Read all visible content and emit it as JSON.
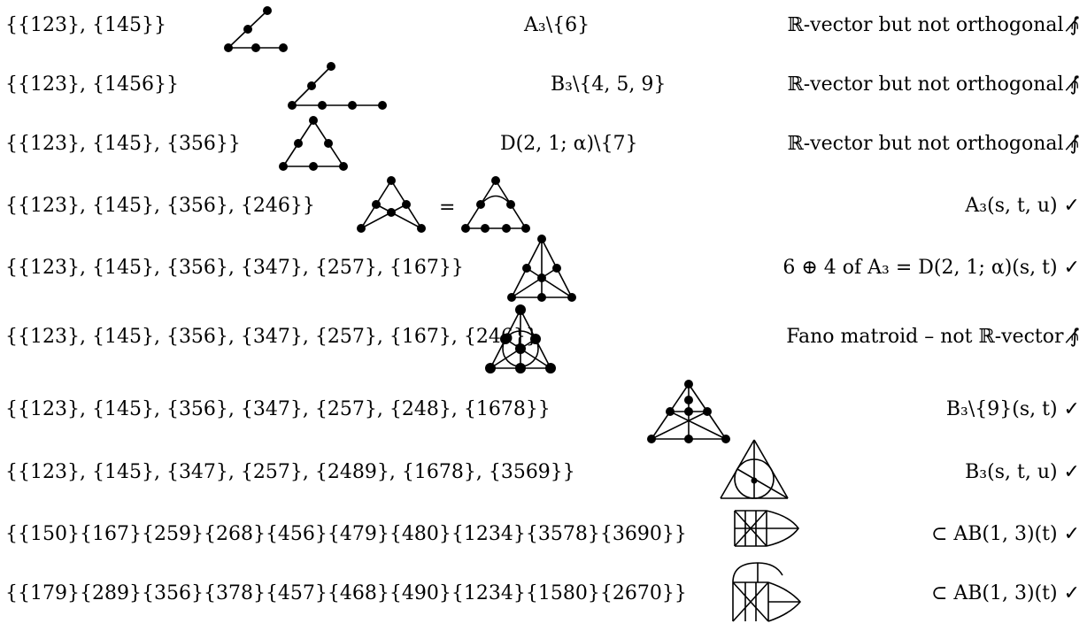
{
  "rows": [
    {
      "sets": "{{123}, {145}}",
      "label": "A₃\\{6}",
      "verdict": "ℝ-vector but not orthogonal ⨙̸"
    },
    {
      "sets": "{{123}, {1456}}",
      "label": "B₃\\{4, 5, 9}",
      "verdict": "ℝ-vector but not orthogonal ⨙̸"
    },
    {
      "sets": "{{123}, {145}, {356}}",
      "label": "D(2, 1; α)\\{7}",
      "verdict": "ℝ-vector but not orthogonal ⨙̸"
    },
    {
      "sets": "{{123}, {145}, {356}, {246}}",
      "eq": "=",
      "verdict": "A₃(s, t, u) ✓"
    },
    {
      "sets": "{{123}, {145}, {356}, {347}, {257}, {167}}",
      "verdict": "6 ⊕ 4 of A₃  =  D(2, 1; α)(s, t) ✓"
    },
    {
      "sets": "{{123}, {145}, {356}, {347}, {257}, {167}, {246}}",
      "verdict": "Fano matroid – not ℝ-vector ⨙̸"
    },
    {
      "sets": "{{123}, {145}, {356}, {347}, {257}, {248}, {1678}}",
      "verdict": "B₃\\{9}(s, t) ✓"
    },
    {
      "sets": "{{123}, {145}, {347}, {257}, {2489}, {1678}, {3569}}",
      "verdict": "B₃(s, t, u) ✓"
    },
    {
      "sets": "{{150}{167}{259}{268}{456}{479}{480}{1234}{3578}{3690}}",
      "verdict": "⊂ AB(1, 3)(t) ✓"
    },
    {
      "sets": "{{179}{289}{356}{378}{457}{468}{490}{1234}{1580}{2670}}",
      "verdict": "⊂ AB(1, 3)(t) ✓"
    }
  ]
}
